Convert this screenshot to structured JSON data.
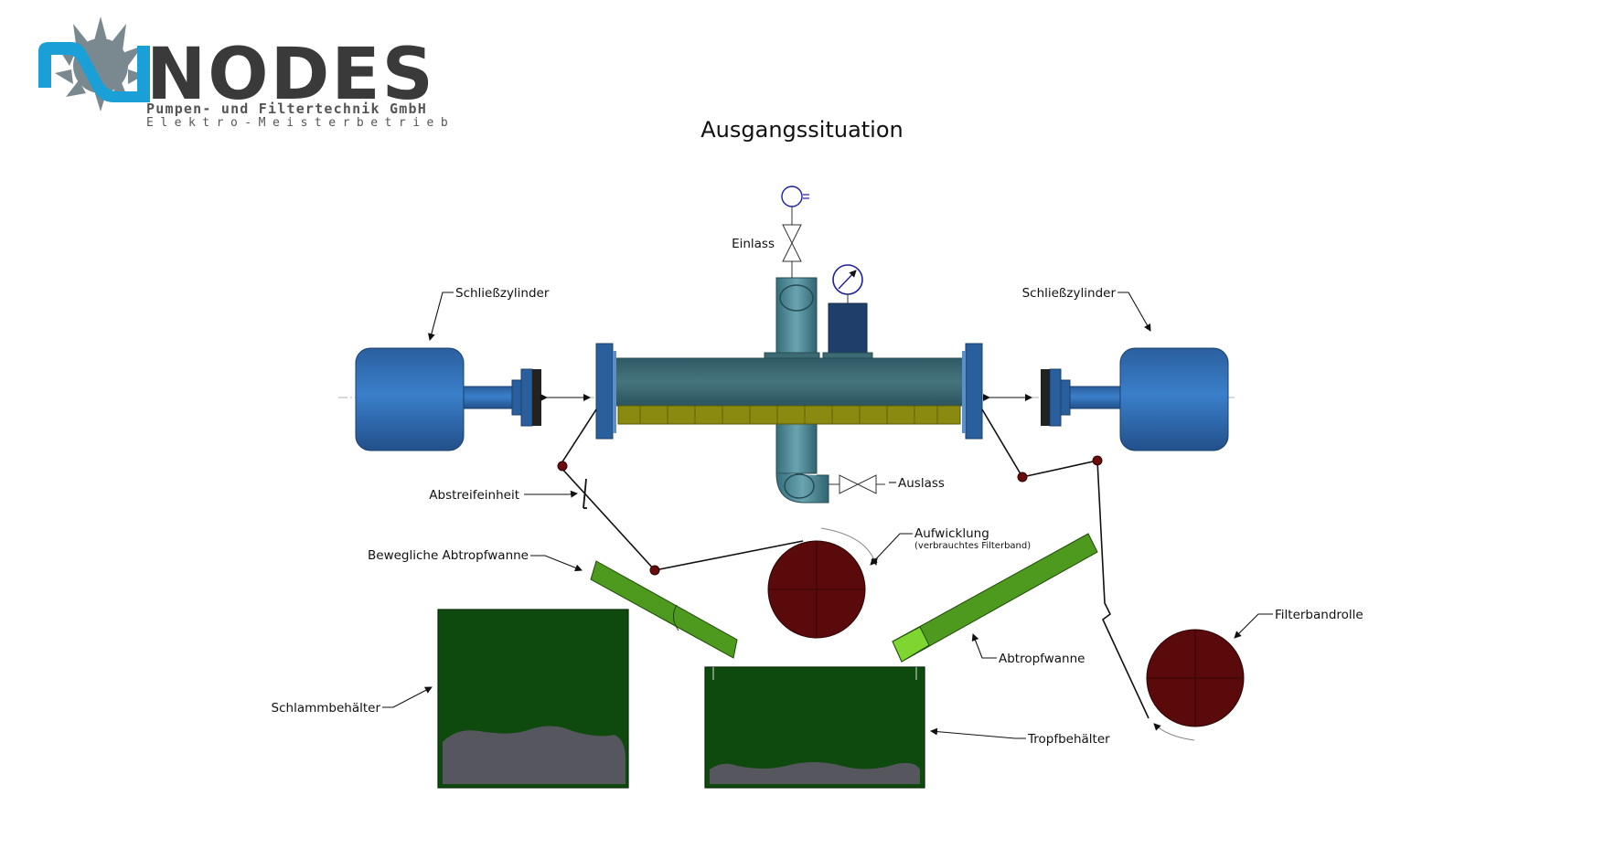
{
  "logo": {
    "brand": "NODES",
    "line1": "Pumpen- und Filtertechnik GmbH",
    "line2": "Elektro-Meisterbetrieb",
    "colors": {
      "wave": "#1a9fd6",
      "sun": "#7a8890",
      "text": "#3a3a3a"
    }
  },
  "diagram": {
    "title": "Ausgangssituation",
    "labels": {
      "cylinder_left": "Schließzylinder",
      "cylinder_right": "Schließzylinder",
      "inlet": "Einlass",
      "outlet": "Auslass",
      "scraper": "Abstreifeinheit",
      "movable_tray": "Bewegliche Abtropfwanne",
      "winding": "Aufwicklung",
      "winding_note": "(verbrauchtes Filterband)",
      "filter_roll": "Filterbandrolle",
      "drip_tray": "Abtropfwanne",
      "sludge_container": "Schlammbehälter",
      "drip_container": "Tropfbehälter"
    },
    "colors": {
      "cylinder": "#2f6fb5",
      "housing": "#3d6a72",
      "filter_strip": "#8a8a10",
      "roll": "#5a0a0a",
      "tray": "#4d9a1e",
      "container": "#0e4a0e",
      "sludge": "#55565e",
      "instrument": "#1f1fa0"
    }
  }
}
